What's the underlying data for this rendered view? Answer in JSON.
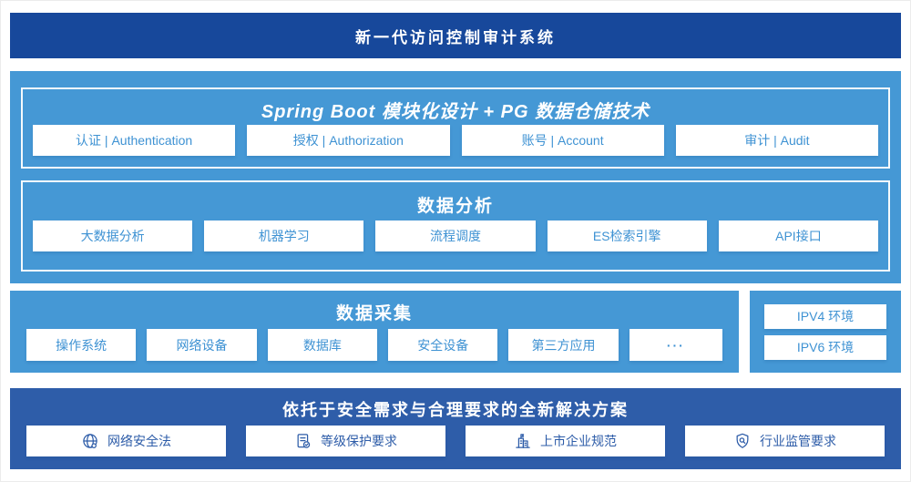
{
  "banner": {
    "title": "新一代访问控制审计系统"
  },
  "platform": {
    "spring": {
      "title": "Spring Boot 模块化设计 + PG 数据仓储技术",
      "items": [
        "认证 | Authentication",
        "授权 | Authorization",
        "账号 | Account",
        "审计 | Audit"
      ]
    },
    "analysis": {
      "title": "数据分析",
      "items": [
        "大数据分析",
        "机器学习",
        "流程调度",
        "ES检索引擎",
        "API接口"
      ]
    }
  },
  "collection": {
    "title": "数据采集",
    "items": [
      "操作系统",
      "网络设备",
      "数据库",
      "安全设备",
      "第三方应用",
      "···"
    ]
  },
  "environment": {
    "items": [
      "IPV4 环境",
      "IPV6 环境"
    ]
  },
  "solution": {
    "title": "依托于安全需求与合理要求的全新解决方案",
    "items": [
      {
        "icon": "globe-icon",
        "label": "网络安全法"
      },
      {
        "icon": "document-check-icon",
        "label": "等级保护要求"
      },
      {
        "icon": "building-icon",
        "label": "上市企业规范"
      },
      {
        "icon": "shield-search-icon",
        "label": "行业监管要求"
      }
    ]
  },
  "colors": {
    "banner_bg": "#17489B",
    "panel_bg": "#4598D5",
    "box_text": "#3E92D3",
    "solution_bg": "#2E5DA9",
    "solution_text": "#2D5CA8"
  }
}
